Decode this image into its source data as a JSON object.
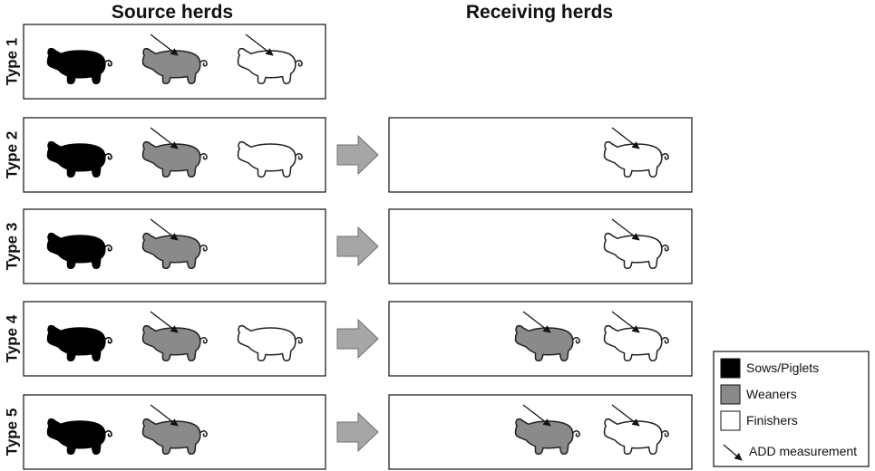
{
  "titles": {
    "source": "Source herds",
    "receiving": "Receiving herds"
  },
  "colors": {
    "sows_piglets": "#000000",
    "weaners": "#8a8a8a",
    "finishers": "#ffffff",
    "flow_arrow": "#a6a6a6"
  },
  "rows": [
    {
      "label": "Type 1",
      "source": [
        {
          "category": "sows_piglets",
          "add": false
        },
        {
          "category": "weaners",
          "add": true
        },
        {
          "category": "finishers",
          "add": true
        }
      ],
      "receiving": null
    },
    {
      "label": "Type 2",
      "source": [
        {
          "category": "sows_piglets",
          "add": false
        },
        {
          "category": "weaners",
          "add": true
        },
        {
          "category": "finishers",
          "add": false
        }
      ],
      "receiving": [
        {
          "category": "finishers",
          "add": true
        }
      ]
    },
    {
      "label": "Type 3",
      "source": [
        {
          "category": "sows_piglets",
          "add": false
        },
        {
          "category": "weaners",
          "add": true
        }
      ],
      "receiving": [
        {
          "category": "finishers",
          "add": true
        }
      ]
    },
    {
      "label": "Type 4",
      "source": [
        {
          "category": "sows_piglets",
          "add": false
        },
        {
          "category": "weaners",
          "add": true
        },
        {
          "category": "finishers",
          "add": false
        }
      ],
      "receiving": [
        {
          "category": "weaners",
          "add": true
        },
        {
          "category": "finishers",
          "add": true
        }
      ]
    },
    {
      "label": "Type 5",
      "source": [
        {
          "category": "sows_piglets",
          "add": false
        },
        {
          "category": "weaners",
          "add": true
        }
      ],
      "receiving": [
        {
          "category": "weaners",
          "add": true
        },
        {
          "category": "finishers",
          "add": true
        }
      ]
    }
  ],
  "legend": {
    "items": [
      {
        "category": "sows_piglets",
        "label": "Sows/Piglets"
      },
      {
        "category": "weaners",
        "label": "Weaners"
      },
      {
        "category": "finishers",
        "label": "Finishers"
      }
    ],
    "add_label": "ADD measurement"
  }
}
